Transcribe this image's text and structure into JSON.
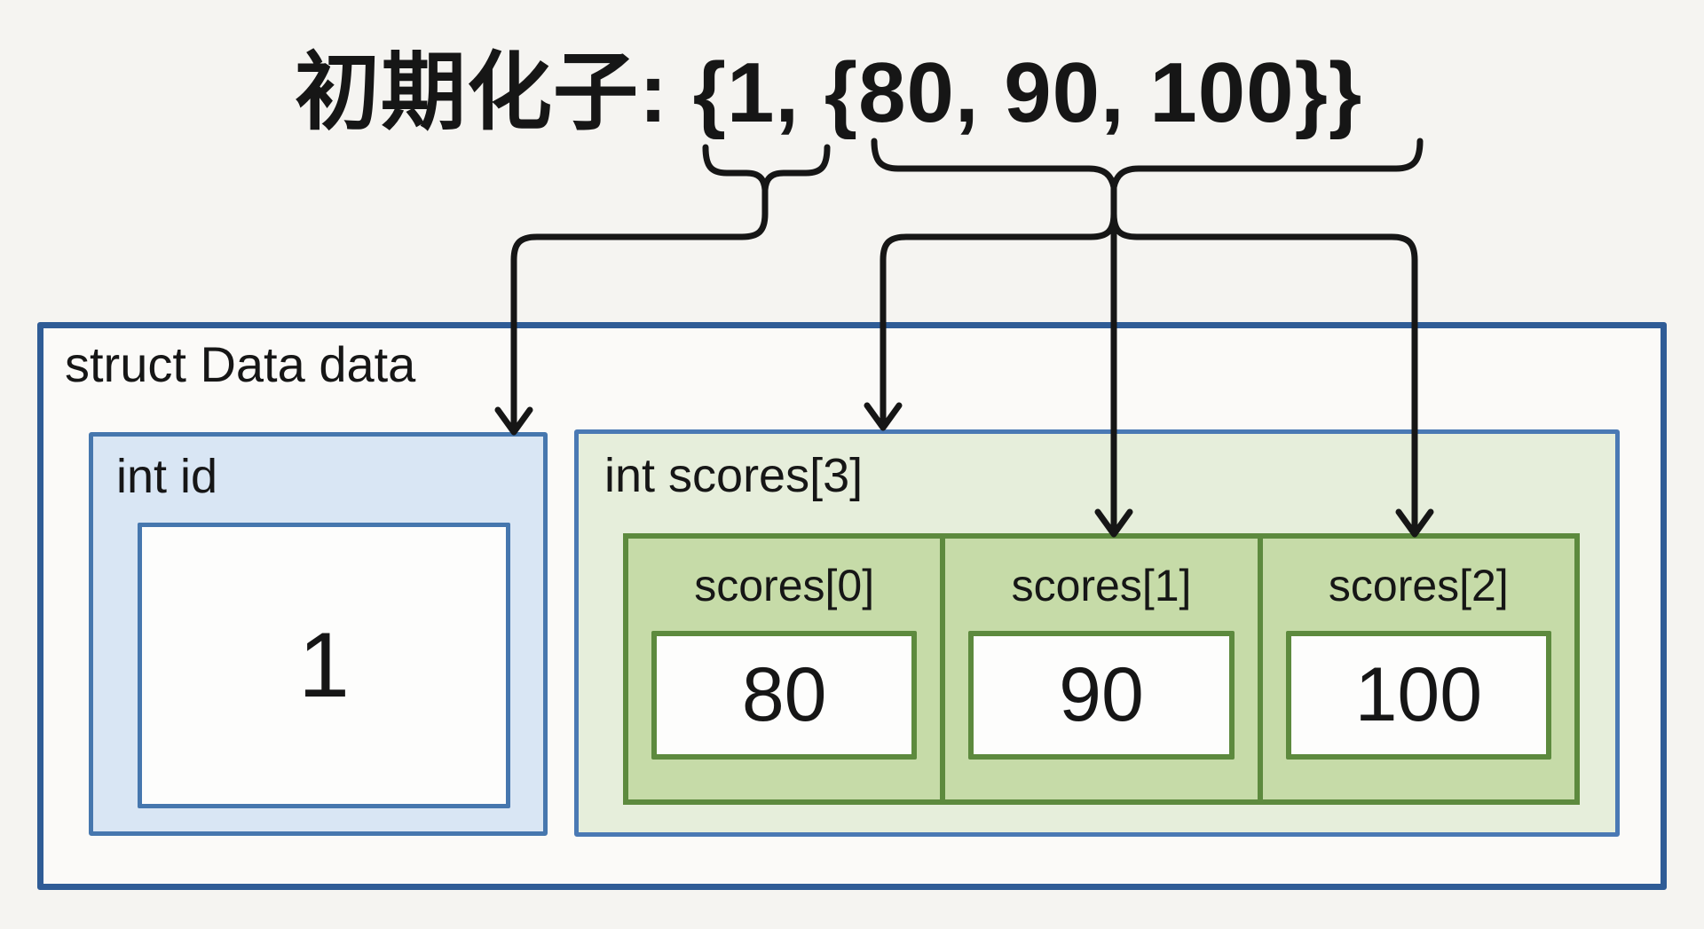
{
  "title": "初期化子: {1, {80, 90, 100}}",
  "struct": {
    "label": "struct Data data",
    "id_member": {
      "label": "int id",
      "value": "1"
    },
    "scores_member": {
      "label": "int scores[3]",
      "cells": [
        {
          "label": "scores[0]",
          "value": "80"
        },
        {
          "label": "scores[1]",
          "value": "90"
        },
        {
          "label": "scores[2]",
          "value": "100"
        }
      ]
    }
  },
  "colors": {
    "background": "#f5f4f1",
    "outer_box_border": "#2f5c96",
    "outer_box_fill": "#fbfaf8",
    "id_box_fill": "#d9e6f4",
    "id_box_border": "#4677ae",
    "scores_box_fill": "#e6eedb",
    "scores_box_border": "#4a79b4",
    "array_row_fill": "#c6dba8",
    "array_row_border": "#5d8a3e",
    "arrow": "#161616",
    "text": "#161616"
  }
}
